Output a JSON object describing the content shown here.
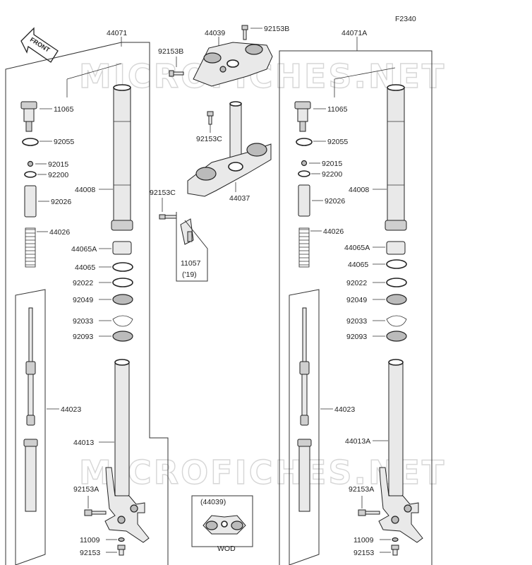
{
  "figure_code": "F2340",
  "front_arrow": "FRONT",
  "watermark": "MICROFICHES.NET",
  "left_assembly": {
    "assembly": "44071",
    "parts": {
      "p11065": "11065",
      "p92055": "92055",
      "p92015": "92015",
      "p92200": "92200",
      "p92026": "92026",
      "p44026": "44026",
      "p44008": "44008",
      "p44065A": "44065A",
      "p44065": "44065",
      "p92022": "92022",
      "p92049": "92049",
      "p92033": "92033",
      "p92093": "92093",
      "p44023": "44023",
      "p44013": "44013",
      "p92153A": "92153A",
      "p11009": "11009",
      "p92153": "92153"
    }
  },
  "right_assembly": {
    "assembly": "44071A",
    "parts": {
      "p11065": "11065",
      "p92055": "92055",
      "p92015": "92015",
      "p92200": "92200",
      "p92026": "92026",
      "p44026": "44026",
      "p44008": "44008",
      "p44065A": "44065A",
      "p44065": "44065",
      "p92022": "92022",
      "p92049": "92049",
      "p92033": "92033",
      "p92093": "92093",
      "p44023": "44023",
      "p44013A": "44013A",
      "p92153A": "92153A",
      "p11009": "11009",
      "p92153": "92153"
    }
  },
  "center": {
    "p44039": "44039",
    "p92153B_top": "92153B",
    "p92153B_left": "92153B",
    "p92153C_a": "92153C",
    "p92153C_b": "92153C",
    "p44037": "44037",
    "p11057": "11057",
    "p11057_note": "('19)"
  },
  "inset": {
    "label": "(44039)",
    "caption": "WOD"
  }
}
